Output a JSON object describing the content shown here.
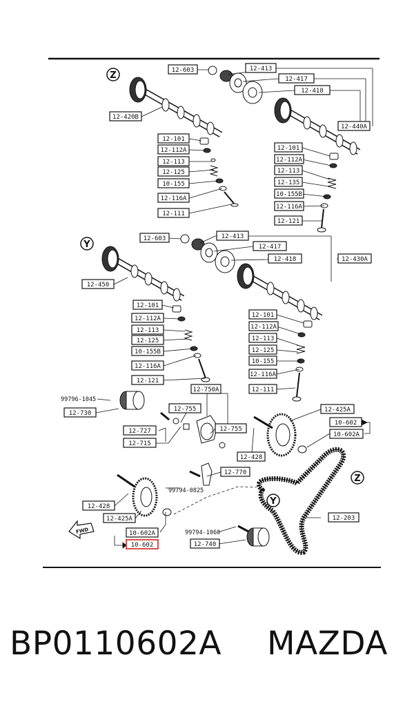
{
  "diagram": {
    "labels": [
      "12-603",
      "12-413",
      "12-417",
      "12-418",
      "12-440A",
      "12-420B",
      "12-101",
      "12-112A",
      "12-113",
      "12-125",
      "10-155",
      "12-116A",
      "12-111",
      "12-101",
      "12-112A",
      "12-113",
      "12-135",
      "10-155B",
      "12-116A",
      "12-121",
      "12-603",
      "12-413",
      "12-417",
      "12-418",
      "12-430A",
      "12-450",
      "12-101",
      "12-112A",
      "12-113",
      "12-125",
      "10-155B",
      "12-116A",
      "12-121",
      "12-101",
      "12-112A",
      "12-113",
      "12-125",
      "10-155",
      "12-116A",
      "12-111",
      "12-750A",
      "12-755",
      "12-755",
      "12-727",
      "12-715",
      "12-730",
      "12-425A",
      "10-602",
      "10-602A",
      "12-428",
      "12-770",
      "12-428",
      "12-425A",
      "10-602A",
      "10-602",
      "12-203",
      "12-740"
    ],
    "bare_labels": [
      "99796-1045",
      "99794-0825",
      "99794-1060"
    ],
    "zone_markers": [
      "Z",
      "Y",
      "Z",
      "Y"
    ],
    "direction_label": "FWD",
    "highlighted_label": "10-602"
  },
  "caption": {
    "part_number": "BP0110602A",
    "brand": "MAZDA"
  }
}
